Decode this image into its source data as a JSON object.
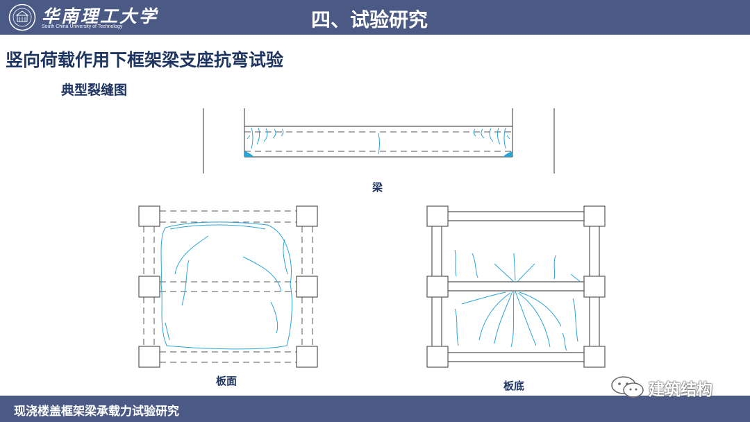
{
  "header": {
    "logo_cn": "华南理工大学",
    "logo_en": "South China University of Technology",
    "section_title": "四、试验研究"
  },
  "main_title": "竖向荷载作用下框架梁支座抗弯试验",
  "sub_title": "典型裂缝图",
  "figure": {
    "beam_label": "梁",
    "slab_top_label": "板面",
    "slab_bottom_label": "板底",
    "line_color": "#555555",
    "crack_color": "#29a3d6"
  },
  "footer": {
    "text": "现浇楼盖框架梁承载力试验研究"
  },
  "watermark": {
    "text": "建筑结构",
    "icon": "wechat-icon"
  }
}
